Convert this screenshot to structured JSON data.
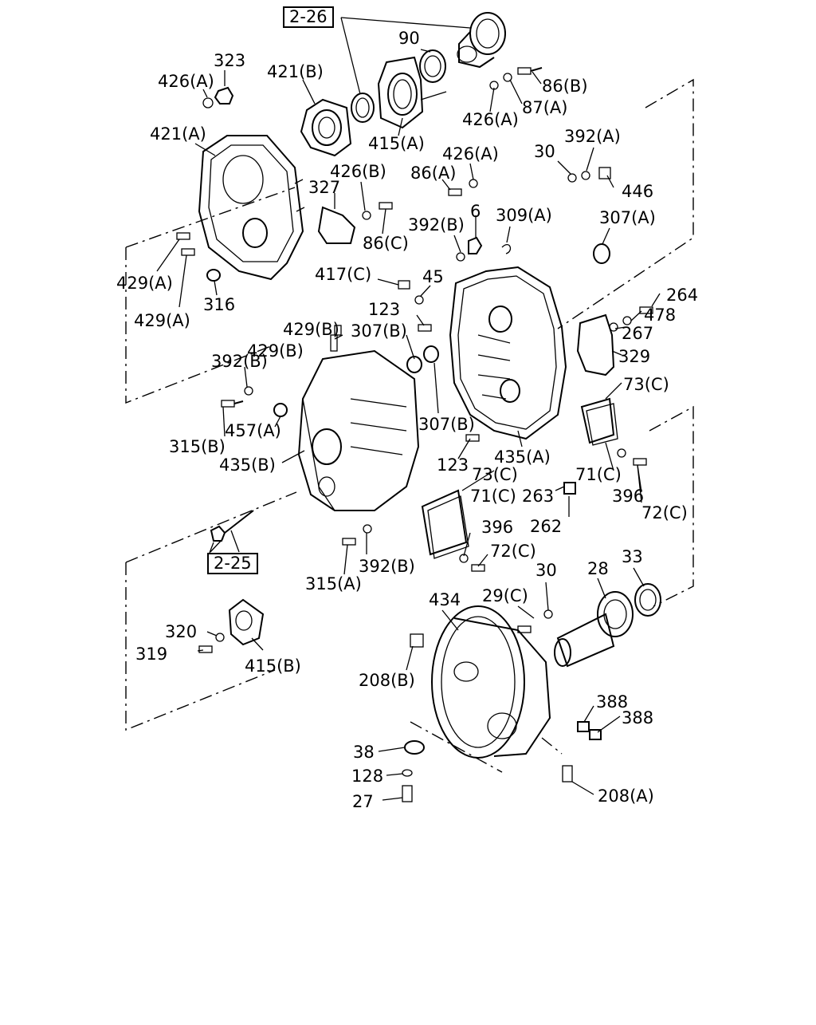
{
  "labels": {
    "ref_2_26": "2-26",
    "ref_2_25": "2-25",
    "l90": "90",
    "l86B": "86(B)",
    "l87A": "87(A)",
    "l426A_top": "426(A)",
    "l415A": "415(A)",
    "l421B": "421(B)",
    "l323": "323",
    "l426A_left": "426(A)",
    "l421A": "421(A)",
    "l426B": "426(B)",
    "l327": "327",
    "l86C": "86(C)",
    "l426A_mid": "426(A)",
    "l86A": "86(A)",
    "l30_top": "30",
    "l392A": "392(A)",
    "l446": "446",
    "l392B_top": "392(B)",
    "l6": "6",
    "l309A": "309(A)",
    "l307A": "307(A)",
    "l429A_1": "429(A)",
    "l429A_2": "429(A)",
    "l316": "316",
    "l417C": "417(C)",
    "l45": "45",
    "l264": "264",
    "l478": "478",
    "l267": "267",
    "l329": "329",
    "l123_top": "123",
    "l429B_1": "429(B)",
    "l429B_2": "429(B)",
    "l307B_top": "307(B)",
    "l392B_left": "392(B)",
    "l73C_right": "73(C)",
    "l315B": "315(B)",
    "l457A": "457(A)",
    "l307B_bot": "307(B)",
    "l435B": "435(B)",
    "l123_bot": "123",
    "l435A": "435(A)",
    "l73C_mid": "73(C)",
    "l71C_right": "71(C)",
    "l396_right": "396",
    "l71C_mid": "71(C)",
    "l263": "263",
    "l262": "262",
    "l72C_right": "72(C)",
    "l396_mid": "396",
    "l72C_mid": "72(C)",
    "l392B_bot": "392(B)",
    "l315A": "315(A)",
    "l30_bot": "30",
    "l28": "28",
    "l33": "33",
    "l434": "434",
    "l29C": "29(C)",
    "l320": "320",
    "l319": "319",
    "l415B": "415(B)",
    "l208B": "208(B)",
    "l388_1": "388",
    "l388_2": "388",
    "l38": "38",
    "l128": "128",
    "l27": "27",
    "l208A": "208(A)"
  }
}
